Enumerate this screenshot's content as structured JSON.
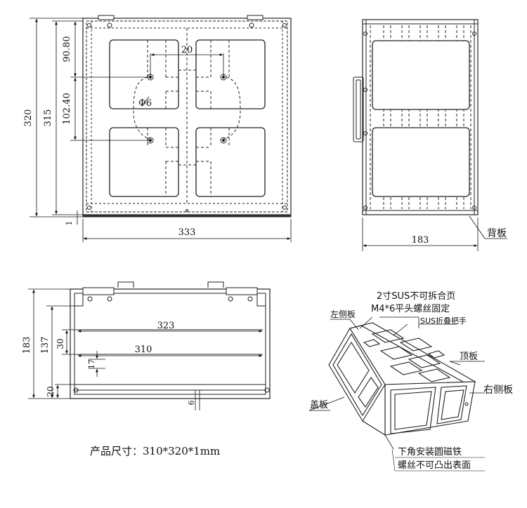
{
  "front_view": {
    "dim_total_height": "320",
    "dim_inner_height": "315",
    "dim_top_offset": "90.80",
    "dim_row_pitch": "102.40",
    "dim_hole_spacing": "20",
    "dim_hole_dia": "Ф6",
    "dim_bottom": "1",
    "dim_width": "333"
  },
  "side_view": {
    "label_back_panel": "背板",
    "dim_depth": "183"
  },
  "top_view": {
    "dim_depth": "183",
    "dim_137": "137",
    "dim_30": "30",
    "dim_17": "17",
    "dim_20": "20",
    "dim_323": "323",
    "dim_310": "310",
    "dim_6": "6"
  },
  "iso_view": {
    "note_hinge_1": "2寸SUS不可拆合页",
    "note_hinge_2": "M4*6平头螺丝固定",
    "label_left_panel": "左侧板",
    "label_handle": "SUS折叠把手",
    "label_top_panel": "顶板",
    "label_right_panel": "右侧板",
    "label_cover": "盖板",
    "note_magnet_1": "下角安装圆磁铁",
    "note_magnet_2": "螺丝不可凸出表面"
  },
  "caption": "产品尺寸：310*320*1mm"
}
